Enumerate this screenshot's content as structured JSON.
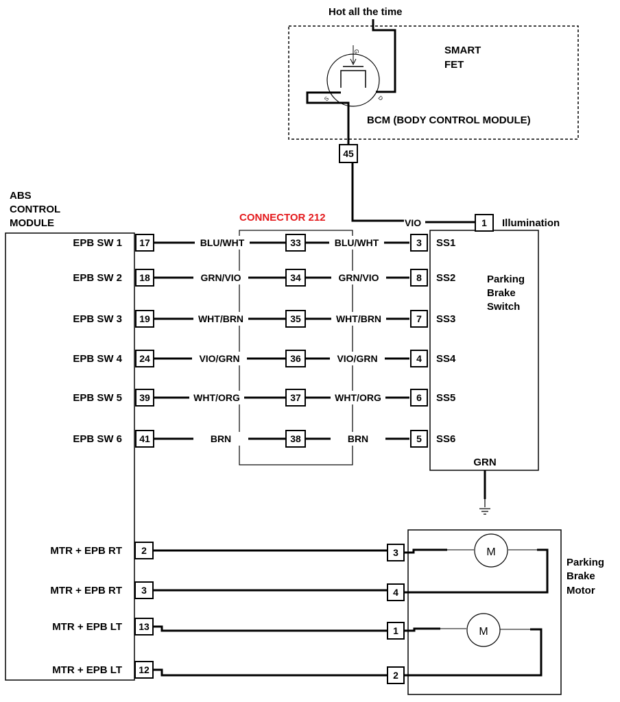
{
  "top_feed": "Hot all the time",
  "bcm": {
    "fet_label_1": "SMART",
    "fet_label_2": "FET",
    "name": "BCM (BODY CONTROL MODULE)",
    "gate": "G",
    "source": "S",
    "drain": "D",
    "pin": "45"
  },
  "abs": {
    "title": [
      "ABS",
      "CONTROL",
      "MODULE"
    ],
    "labels": [
      "EPB SW 1",
      "EPB SW 2",
      "EPB SW 3",
      "EPB SW 4",
      "EPB SW 5",
      "EPB SW 6",
      "MTR + EPB RT",
      "MTR + EPB RT",
      "MTR + EPB LT",
      "MTR + EPB LT"
    ],
    "pins": [
      "17",
      "18",
      "19",
      "24",
      "39",
      "41",
      "2",
      "3",
      "13",
      "12"
    ]
  },
  "connector": {
    "title": "CONNECTOR 212",
    "title_color": "#e4191c",
    "pins": [
      "33",
      "34",
      "35",
      "36",
      "37",
      "38"
    ]
  },
  "wires": {
    "left": [
      "BLU/WHT",
      "GRN/VIO",
      "WHT/BRN",
      "VIO/GRN",
      "WHT/ORG",
      "BRN"
    ],
    "right": [
      "BLU/WHT",
      "GRN/VIO",
      "WHT/BRN",
      "VIO/GRN",
      "WHT/ORG",
      "BRN"
    ],
    "feed": "VIO",
    "ground": "GRN"
  },
  "switch": {
    "title": [
      "Parking",
      "Brake",
      "Switch"
    ],
    "pins": [
      "3",
      "8",
      "7",
      "4",
      "6",
      "5"
    ],
    "signals": [
      "SS1",
      "SS2",
      "SS3",
      "SS4",
      "SS5",
      "SS6"
    ],
    "illum_pin": "1",
    "illum_label": "Illumination"
  },
  "motor": {
    "title": [
      "Parking",
      "Brake",
      "Motor"
    ],
    "pins": [
      "3",
      "4",
      "1",
      "2"
    ],
    "symbol": "M"
  }
}
